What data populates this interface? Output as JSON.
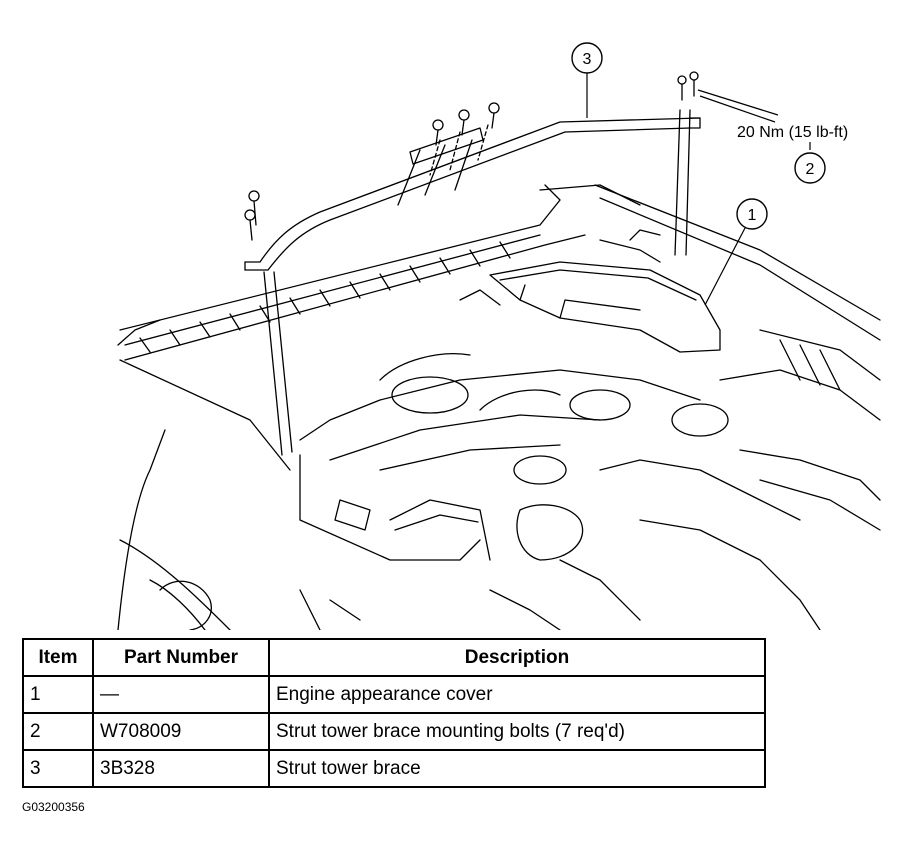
{
  "callouts": [
    {
      "number": "1"
    },
    {
      "number": "2"
    },
    {
      "number": "3"
    }
  ],
  "torque_spec": "20 Nm (15 lb-ft)",
  "table": {
    "headers": [
      "Item",
      "Part Number",
      "Description"
    ],
    "rows": [
      {
        "item": "1",
        "part_number": "—",
        "description": "Engine appearance cover"
      },
      {
        "item": "2",
        "part_number": "W708009",
        "description": "Strut tower brace mounting bolts (7 req'd)"
      },
      {
        "item": "3",
        "part_number": "3B328",
        "description": "Strut tower brace"
      }
    ]
  },
  "figure_id": "G03200356"
}
